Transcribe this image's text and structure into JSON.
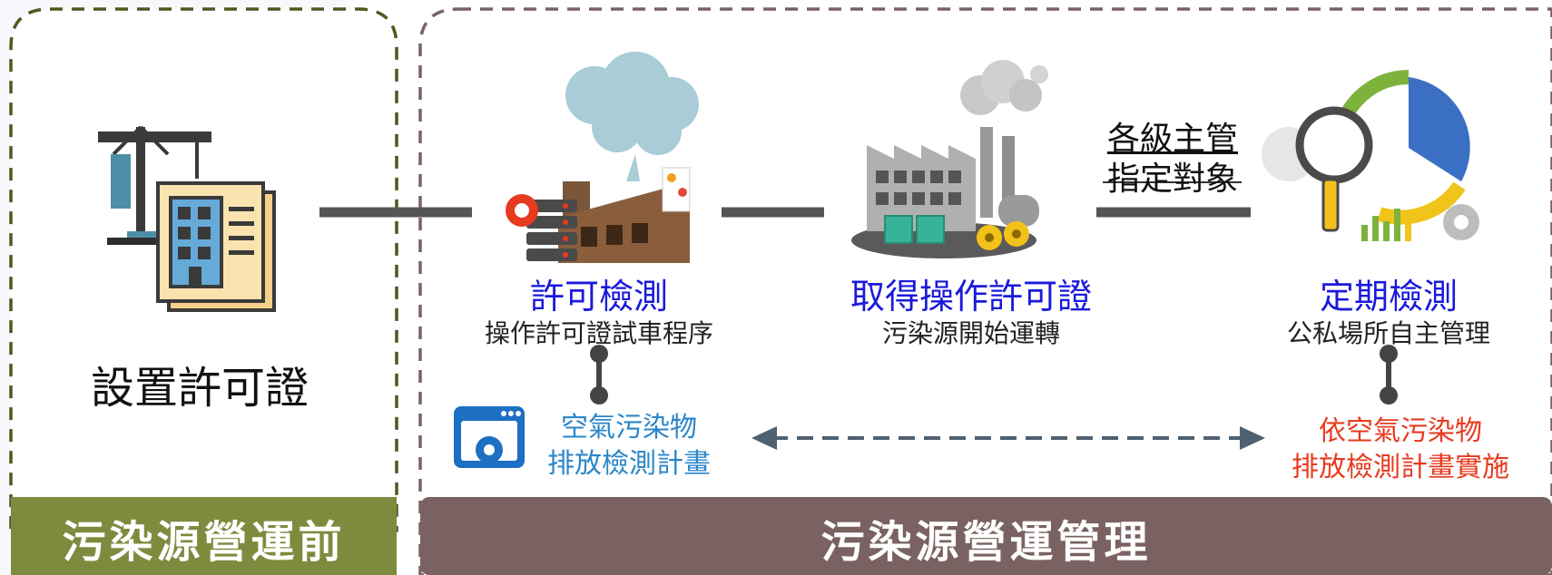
{
  "left_panel": {
    "step_label": "設置許可證",
    "footer": "污染源營運前",
    "footer_color": "#7d8b3f",
    "border_color": "#4a5a20"
  },
  "right_panel": {
    "footer": "污染源營運管理",
    "footer_color": "#7a6262",
    "border_color": "#7a6262"
  },
  "stages": [
    {
      "title": "許可檢測",
      "subtitle": "操作許可證試車程序",
      "icon": "factory-pollution-icon"
    },
    {
      "title": "取得操作許可證",
      "subtitle": "污染源開始運轉",
      "icon": "factory-operating-icon"
    },
    {
      "title": "定期檢測",
      "subtitle": "公私場所自主管理",
      "icon": "analytics-magnifier-icon"
    }
  ],
  "connector_label": [
    "各級主管",
    "指定對象"
  ],
  "plan_note": {
    "lines": [
      "空氣污染物",
      "排放檢測計畫"
    ],
    "color": "#2a86c8",
    "icon": "web-settings-icon"
  },
  "implement_note": {
    "lines": [
      "依空氣污染物",
      "排放檢測計畫實施"
    ],
    "color": "#e83a1e"
  },
  "colors": {
    "title_blue": "#1a1adb",
    "connector": "#555555",
    "dashed_arrow": "#4f6070"
  }
}
